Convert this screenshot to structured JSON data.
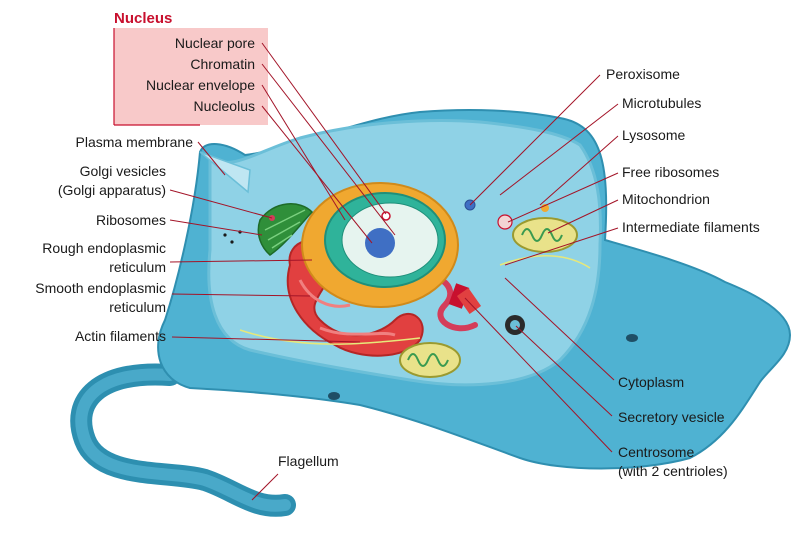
{
  "nucleus": {
    "title": "Nucleus",
    "parts": [
      "Nuclear pore",
      "Chromatin",
      "Nuclear envelope",
      "Nucleolus"
    ]
  },
  "labels_left": {
    "plasma_membrane": "Plasma membrane",
    "golgi_vesicles_1": "Golgi vesicles",
    "golgi_vesicles_2": "(Golgi apparatus)",
    "ribosomes": "Ribosomes",
    "rough_er_1": "Rough endoplasmic",
    "rough_er_2": "reticulum",
    "smooth_er_1": "Smooth endoplasmic",
    "smooth_er_2": "reticulum",
    "actin_filaments": "Actin filaments",
    "flagellum": "Flagellum"
  },
  "labels_right": {
    "peroxisome": "Peroxisome",
    "microtubules": "Microtubules",
    "lysosome": "Lysosome",
    "free_ribosomes": "Free ribosomes",
    "mitochondrion": "Mitochondrion",
    "intermediate_filaments": "Intermediate filaments",
    "cytoplasm": "Cytoplasm",
    "secretory_vesicle": "Secretory vesicle",
    "centrosome_1": "Centrosome",
    "centrosome_2": "(with 2 centrioles)"
  },
  "colors": {
    "accent_red": "#c8102e",
    "leader_line": "#a31428",
    "nucleus_box": "#f8c9c9",
    "cell_body": "#4fb2d2",
    "cytoplasm": "#8fd2e6"
  }
}
